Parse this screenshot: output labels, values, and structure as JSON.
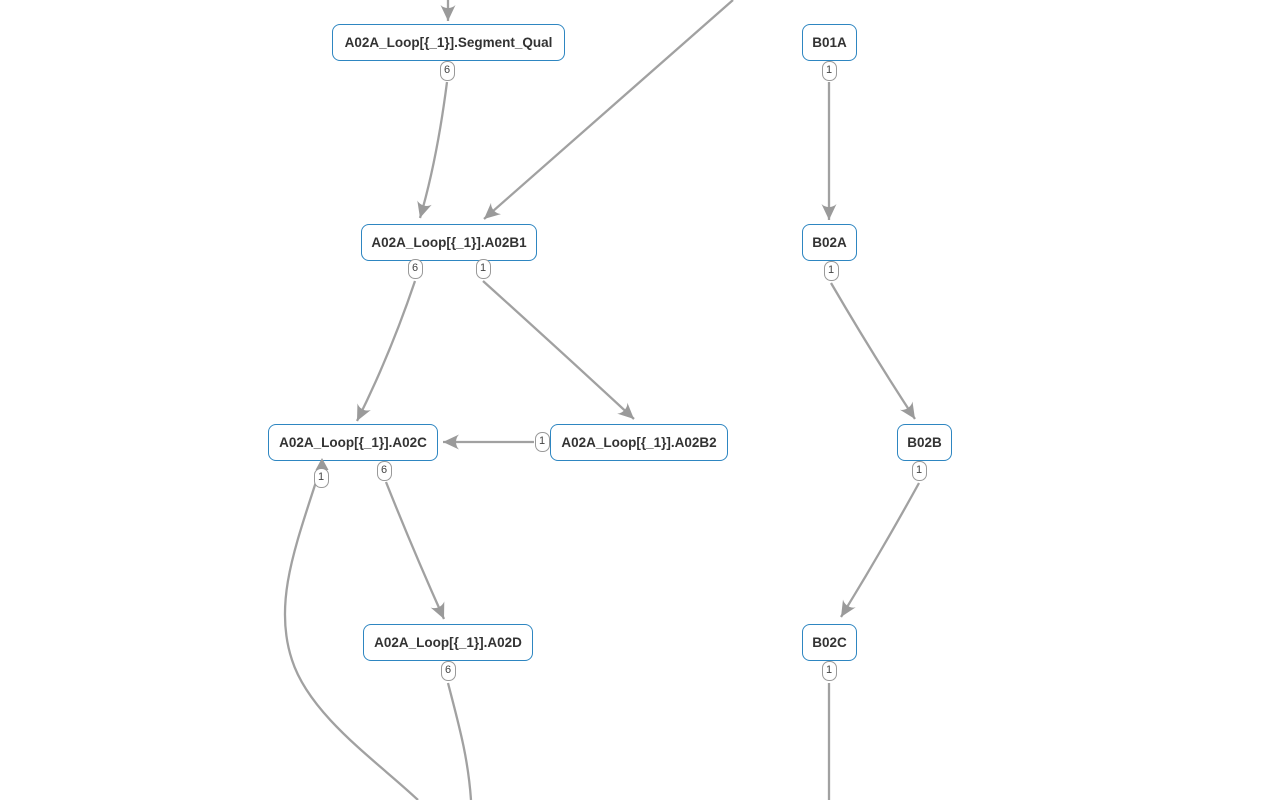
{
  "diagram": {
    "type": "node-link-graph",
    "colors": {
      "background": "#ffffff",
      "node_border": "#2E86C1",
      "node_fill": "#ffffff",
      "node_text": "#333333",
      "edge": "#a1a1a1",
      "arrowhead": "#9a9a9a",
      "badge_border": "#999999",
      "badge_text": "#444444"
    },
    "nodes": [
      {
        "id": "segment_qual",
        "label": "A02A_Loop[{_1}].Segment_Qual",
        "badges": [
          "6"
        ]
      },
      {
        "id": "b01a",
        "label": "B01A",
        "badges": [
          "1"
        ]
      },
      {
        "id": "a02b1",
        "label": "A02A_Loop[{_1}].A02B1",
        "badges": [
          "6",
          "1"
        ]
      },
      {
        "id": "b02a",
        "label": "B02A",
        "badges": [
          "1"
        ]
      },
      {
        "id": "a02c",
        "label": "A02A_Loop[{_1}].A02C",
        "badges": [
          "1",
          "6"
        ]
      },
      {
        "id": "a02b2",
        "label": "A02A_Loop[{_1}].A02B2",
        "badges": [
          "1"
        ]
      },
      {
        "id": "b02b",
        "label": "B02B",
        "badges": [
          "1"
        ]
      },
      {
        "id": "a02d",
        "label": "A02A_Loop[{_1}].A02D",
        "badges": [
          "6"
        ]
      },
      {
        "id": "b02c",
        "label": "B02C",
        "badges": [
          "1"
        ]
      }
    ],
    "edges": [
      {
        "from": "offscreen-top",
        "to": "A02A_Loop[{_1}].Segment_Qual"
      },
      {
        "from": "offscreen-top-right",
        "to": "A02A_Loop[{_1}].A02B1"
      },
      {
        "from": "A02A_Loop[{_1}].Segment_Qual",
        "port": "6",
        "to": "A02A_Loop[{_1}].A02B1"
      },
      {
        "from": "B01A",
        "port": "1",
        "to": "B02A"
      },
      {
        "from": "A02A_Loop[{_1}].A02B1",
        "port": "6",
        "to": "A02A_Loop[{_1}].A02C"
      },
      {
        "from": "A02A_Loop[{_1}].A02B1",
        "port": "1",
        "to": "A02A_Loop[{_1}].A02B2"
      },
      {
        "from": "A02A_Loop[{_1}].A02B2",
        "port": "1",
        "to": "A02A_Loop[{_1}].A02C"
      },
      {
        "from": "B02A",
        "port": "1",
        "to": "B02B"
      },
      {
        "from": "A02A_Loop[{_1}].A02C",
        "port": "6",
        "to": "A02A_Loop[{_1}].A02D"
      },
      {
        "from": "offscreen-bottom",
        "port": "1",
        "to": "A02A_Loop[{_1}].A02C"
      },
      {
        "from": "A02A_Loop[{_1}].A02D",
        "port": "6",
        "to": "offscreen-bottom"
      },
      {
        "from": "B02B",
        "port": "1",
        "to": "B02C"
      },
      {
        "from": "B02C",
        "port": "1",
        "to": "offscreen-bottom"
      }
    ]
  }
}
